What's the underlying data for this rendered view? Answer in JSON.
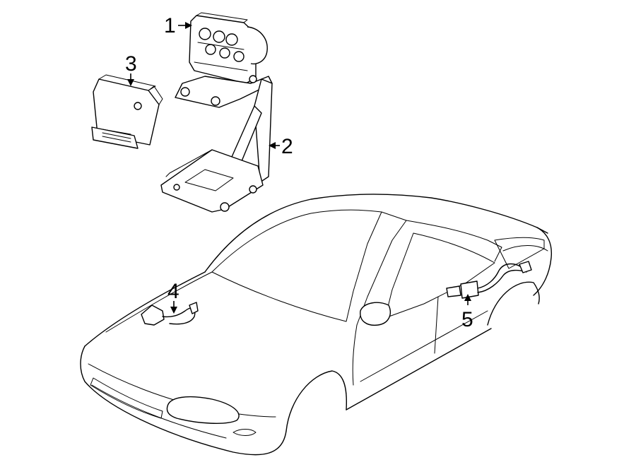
{
  "diagram": {
    "callouts": [
      {
        "id": "1",
        "label": "1",
        "part": "abs-modulator-assembly"
      },
      {
        "id": "2",
        "label": "2",
        "part": "mounting-bracket"
      },
      {
        "id": "3",
        "label": "3",
        "part": "electronic-control-module"
      },
      {
        "id": "4",
        "label": "4",
        "part": "front-wheel-speed-sensor"
      },
      {
        "id": "5",
        "label": "5",
        "part": "rear-wheel-speed-sensor"
      }
    ],
    "colors": {
      "line": "#000000",
      "background": "#ffffff"
    }
  }
}
